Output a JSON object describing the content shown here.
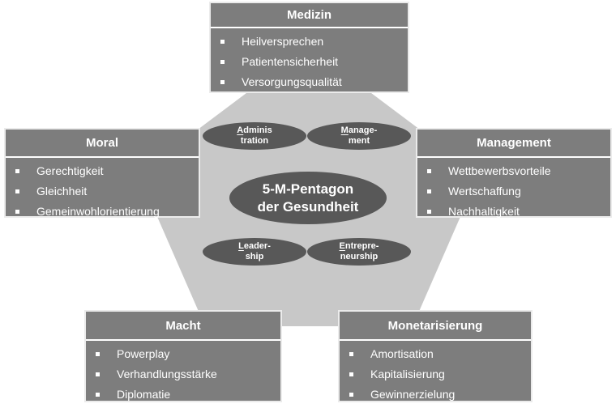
{
  "title": "5-M-Pentagon der Gesundheit",
  "colors": {
    "box_gray": "#7d7d7d",
    "pentagon_gray": "#c8c8c8",
    "ellipse_dark": "#585858",
    "text_white": "#ffffff",
    "box_border": "#ebebeb",
    "background": "#ffffff"
  },
  "boxes": [
    {
      "id": "medizin",
      "title": "Medizin",
      "items": [
        "Heilversprechen",
        "Patientensicherheit",
        "Versorgungsqualität"
      ]
    },
    {
      "id": "moral",
      "title": "Moral",
      "items": [
        "Gerechtigkeit",
        "Gleichheit",
        "Gemeinwohlorientierung"
      ]
    },
    {
      "id": "management",
      "title": "Management",
      "items": [
        "Wettbewerbsvorteile",
        "Wertschaffung",
        "Nachhaltigkeit"
      ]
    },
    {
      "id": "macht",
      "title": "Macht",
      "items": [
        "Powerplay",
        "Verhandlungsstärke",
        "Diplomatie"
      ]
    },
    {
      "id": "monetarisierung",
      "title": "Monetarisierung",
      "items": [
        "Amortisation",
        "Kapitalisierung",
        "Gewinnerzielung"
      ]
    }
  ],
  "pentagon": {
    "center_label_line1": "5-M-Pentagon",
    "center_label_line2": "der Gesundheit",
    "satellites": [
      {
        "id": "administration",
        "underlined": "A",
        "line1_rest": "dminis",
        "line2": "tration"
      },
      {
        "id": "management",
        "underlined": "M",
        "line1_rest": "anage-",
        "line2": "ment"
      },
      {
        "id": "leadership",
        "underlined": "L",
        "line1_rest": "eader-",
        "line2": "ship"
      },
      {
        "id": "entrepreneurship",
        "underlined": "E",
        "line1_rest": "ntrepre-",
        "line2": "neurship"
      }
    ]
  }
}
